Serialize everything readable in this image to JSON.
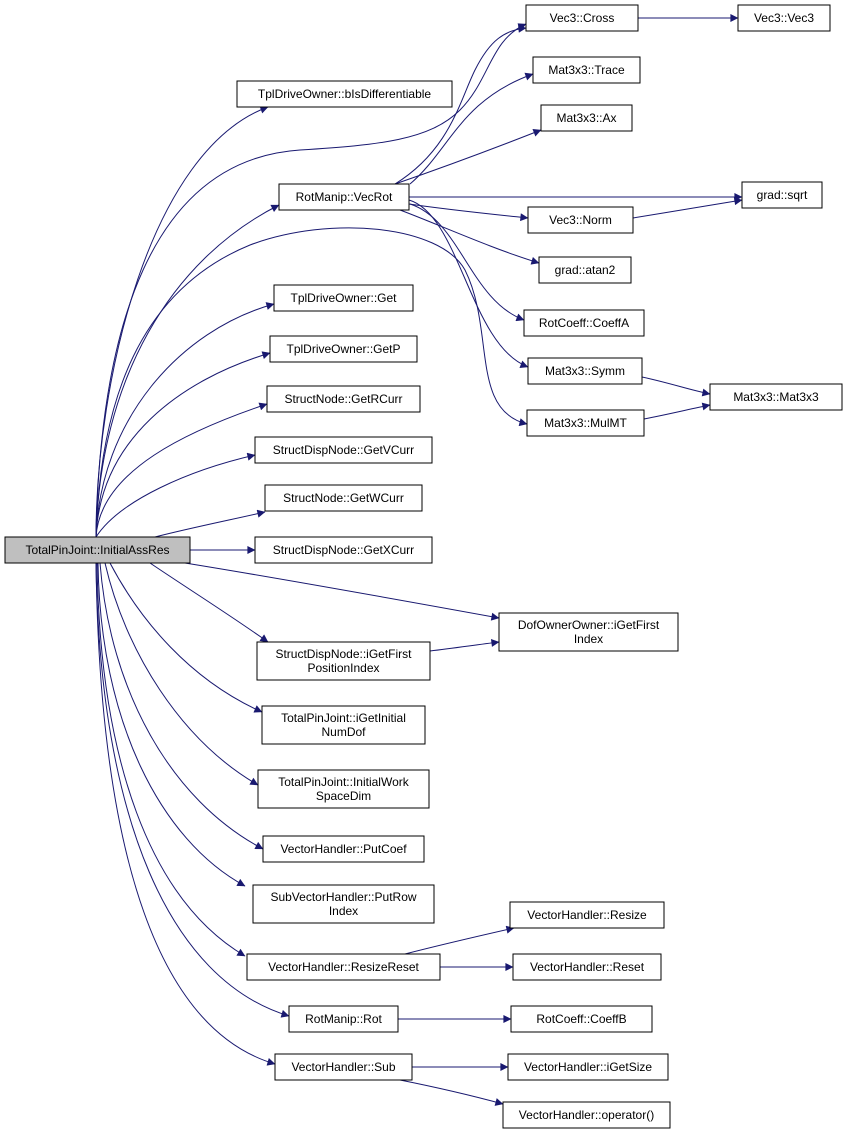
{
  "nodes": [
    {
      "id": "root",
      "lines": [
        "TotalPinJoint::InitialAssRes"
      ],
      "root": true
    },
    {
      "id": "tplIsDiff",
      "lines": [
        "TplDriveOwner::bIsDifferentiable"
      ]
    },
    {
      "id": "vecRot",
      "lines": [
        "RotManip::VecRot"
      ]
    },
    {
      "id": "tplGet",
      "lines": [
        "TplDriveOwner::Get"
      ]
    },
    {
      "id": "tplGetP",
      "lines": [
        "TplDriveOwner::GetP"
      ]
    },
    {
      "id": "getRCurr",
      "lines": [
        "StructNode::GetRCurr"
      ]
    },
    {
      "id": "getVCurr",
      "lines": [
        "StructDispNode::GetVCurr"
      ]
    },
    {
      "id": "getWCurr",
      "lines": [
        "StructNode::GetWCurr"
      ]
    },
    {
      "id": "getXCurr",
      "lines": [
        "StructDispNode::GetXCurr"
      ]
    },
    {
      "id": "dofFirst",
      "lines": [
        "DofOwnerOwner::iGetFirst",
        "Index"
      ]
    },
    {
      "id": "sdnFirstPos",
      "lines": [
        "StructDispNode::iGetFirst",
        "PositionIndex"
      ]
    },
    {
      "id": "tpjNumDof",
      "lines": [
        "TotalPinJoint::iGetInitial",
        "NumDof"
      ]
    },
    {
      "id": "tpjWork",
      "lines": [
        "TotalPinJoint::InitialWork",
        "SpaceDim"
      ]
    },
    {
      "id": "vhPutCoef",
      "lines": [
        "VectorHandler::PutCoef"
      ]
    },
    {
      "id": "svhPutRow",
      "lines": [
        "SubVectorHandler::PutRow",
        "Index"
      ]
    },
    {
      "id": "vhResizeReset",
      "lines": [
        "VectorHandler::ResizeReset"
      ]
    },
    {
      "id": "rmRot",
      "lines": [
        "RotManip::Rot"
      ]
    },
    {
      "id": "vhSub",
      "lines": [
        "VectorHandler::Sub"
      ]
    },
    {
      "id": "vec3Cross",
      "lines": [
        "Vec3::Cross"
      ]
    },
    {
      "id": "vec3Vec3",
      "lines": [
        "Vec3::Vec3"
      ]
    },
    {
      "id": "matTrace",
      "lines": [
        "Mat3x3::Trace"
      ]
    },
    {
      "id": "matAx",
      "lines": [
        "Mat3x3::Ax"
      ]
    },
    {
      "id": "gradSqrt",
      "lines": [
        "grad::sqrt"
      ]
    },
    {
      "id": "vec3Norm",
      "lines": [
        "Vec3::Norm"
      ]
    },
    {
      "id": "gradAtan2",
      "lines": [
        "grad::atan2"
      ]
    },
    {
      "id": "rcCoeffA",
      "lines": [
        "RotCoeff::CoeffA"
      ]
    },
    {
      "id": "matSymm",
      "lines": [
        "Mat3x3::Symm"
      ]
    },
    {
      "id": "matMat3x3",
      "lines": [
        "Mat3x3::Mat3x3"
      ]
    },
    {
      "id": "matMulMT",
      "lines": [
        "Mat3x3::MulMT"
      ]
    },
    {
      "id": "vhResize",
      "lines": [
        "VectorHandler::Resize"
      ]
    },
    {
      "id": "vhReset",
      "lines": [
        "VectorHandler::Reset"
      ]
    },
    {
      "id": "rcCoeffB",
      "lines": [
        "RotCoeff::CoeffB"
      ]
    },
    {
      "id": "vhGetSize",
      "lines": [
        "VectorHandler::iGetSize"
      ]
    },
    {
      "id": "vhOperator",
      "lines": [
        "VectorHandler::operator()"
      ]
    }
  ],
  "edges": [
    {
      "from": "root",
      "to": "tplIsDiff"
    },
    {
      "from": "root",
      "to": "vec3Cross"
    },
    {
      "from": "root",
      "to": "vecRot"
    },
    {
      "from": "root",
      "to": "matMulMT"
    },
    {
      "from": "root",
      "to": "tplGet"
    },
    {
      "from": "root",
      "to": "tplGetP"
    },
    {
      "from": "root",
      "to": "getRCurr"
    },
    {
      "from": "root",
      "to": "getVCurr"
    },
    {
      "from": "root",
      "to": "getWCurr"
    },
    {
      "from": "root",
      "to": "getXCurr"
    },
    {
      "from": "root",
      "to": "dofFirst"
    },
    {
      "from": "root",
      "to": "sdnFirstPos"
    },
    {
      "from": "root",
      "to": "tpjNumDof"
    },
    {
      "from": "root",
      "to": "tpjWork"
    },
    {
      "from": "root",
      "to": "vhPutCoef"
    },
    {
      "from": "root",
      "to": "svhPutRow"
    },
    {
      "from": "root",
      "to": "vhResizeReset"
    },
    {
      "from": "root",
      "to": "rmRot"
    },
    {
      "from": "root",
      "to": "vhSub"
    },
    {
      "from": "vec3Cross",
      "to": "vec3Vec3"
    },
    {
      "from": "vecRot",
      "to": "vec3Cross"
    },
    {
      "from": "vecRot",
      "to": "matTrace"
    },
    {
      "from": "vecRot",
      "to": "matAx"
    },
    {
      "from": "vecRot",
      "to": "gradSqrt"
    },
    {
      "from": "vecRot",
      "to": "vec3Norm"
    },
    {
      "from": "vecRot",
      "to": "gradAtan2"
    },
    {
      "from": "vecRot",
      "to": "rcCoeffA"
    },
    {
      "from": "vecRot",
      "to": "matSymm"
    },
    {
      "from": "vec3Norm",
      "to": "gradSqrt"
    },
    {
      "from": "matSymm",
      "to": "matMat3x3"
    },
    {
      "from": "matMulMT",
      "to": "matMat3x3"
    },
    {
      "from": "sdnFirstPos",
      "to": "dofFirst"
    },
    {
      "from": "vhResizeReset",
      "to": "vhResize"
    },
    {
      "from": "vhResizeReset",
      "to": "vhReset"
    },
    {
      "from": "rmRot",
      "to": "rcCoeffB"
    },
    {
      "from": "vhSub",
      "to": "vhGetSize"
    },
    {
      "from": "vhSub",
      "to": "vhOperator"
    }
  ],
  "colors": {
    "edge": "#191970",
    "root_fill": "#bfbfbf",
    "node_fill": "#ffffff",
    "border": "#000000"
  }
}
